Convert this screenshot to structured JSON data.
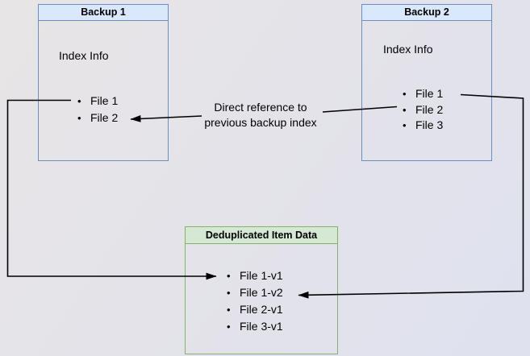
{
  "diagram": {
    "backup1": {
      "title": "Backup 1",
      "subtitle": "Index Info",
      "files": [
        "File 1",
        "File 2"
      ]
    },
    "backup2": {
      "title": "Backup 2",
      "subtitle": "Index Info",
      "files": [
        "File 1",
        "File 2",
        "File 3"
      ]
    },
    "dedup": {
      "title": "Deduplicated Item Data",
      "files": [
        "File 1-v1",
        "File 1-v2",
        "File 2-v1",
        "File 3-v1"
      ]
    },
    "edge_label": {
      "line1": "Direct reference to",
      "line2": "previous backup index"
    },
    "colors": {
      "node_blue_fill": "#dae8fc",
      "node_blue_border": "#6c8ebf",
      "node_green_fill": "#d5e8d4",
      "node_green_border": "#82b366",
      "connector": "#000000"
    }
  }
}
